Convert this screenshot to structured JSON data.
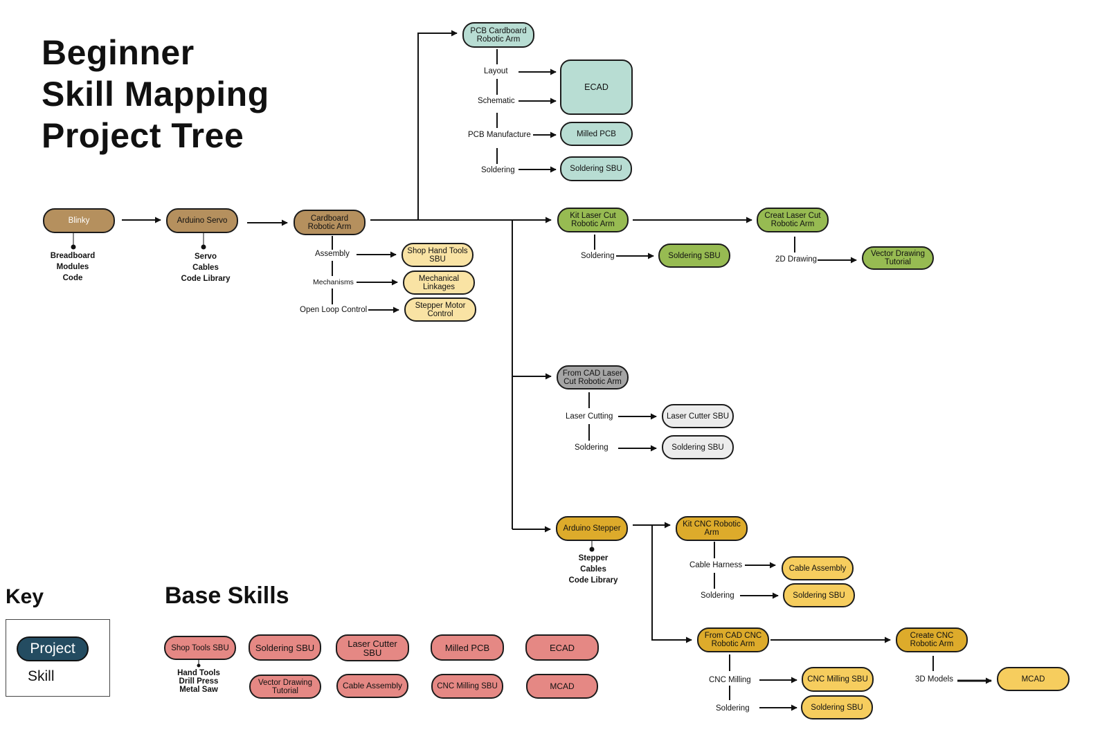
{
  "title": {
    "line1": "Beginner",
    "line2": "Skill Mapping",
    "line3": "Project Tree"
  },
  "colors": {
    "project_brown": "#b5905e",
    "skill_yellow": "#f9e3a4",
    "pcb_teal": "#b8ddd3",
    "laser_green": "#97bb52",
    "gray_project": "#a5a5a5",
    "gray_skill": "#ececec",
    "cnc_gold": "#ddab2b",
    "cnc_skill": "#f6cd5e",
    "base_red": "#e58884",
    "key_project": "#244c61"
  },
  "projects": {
    "blinky": "Blinky",
    "arduino_servo": "Arduino Servo",
    "cardboard_arm": "Cardboard Robotic Arm",
    "pcb_cardboard_arm": "PCB Cardboard Robotic Arm",
    "kit_laser_arm": "Kit Laser Cut Robotic Arm",
    "creat_laser_arm": "Creat Laser Cut Robotic Arm",
    "cad_laser_arm": "From CAD Laser Cut Robotic Arm",
    "arduino_stepper": "Arduino Stepper",
    "kit_cnc_arm": "Kit CNC Robotic Arm",
    "cad_cnc_arm": "From CAD CNC Robotic Arm",
    "create_cnc_arm": "Create CNC Robotic Arm"
  },
  "skills": {
    "shop_hand_tools": "Shop Hand Tools SBU",
    "mech_linkages": "Mechanical Linkages",
    "stepper_motor": "Stepper Motor Control",
    "ecad": "ECAD",
    "milled_pcb": "Milled PCB",
    "pcb_soldering": "Soldering SBU",
    "kit_laser_soldering": "Soldering SBU",
    "vector_drawing": "Vector Drawing Tutorial",
    "laser_cutter": "Laser Cutter SBU",
    "cad_laser_soldering": "Soldering SBU",
    "cable_assembly": "Cable Assembly",
    "kit_cnc_soldering": "Soldering SBU",
    "cnc_milling": "CNC Milling SBU",
    "cad_cnc_soldering": "Soldering SBU",
    "mcad": "MCAD"
  },
  "edge_labels": {
    "assembly": "Assembly",
    "mechanisms": "Mechanisms",
    "open_loop": "Open Loop Control",
    "layout": "Layout",
    "schematic": "Schematic",
    "pcb_manufacture": "PCB Manufacture",
    "pcb_soldering": "Soldering",
    "kit_laser_soldering": "Soldering",
    "drawing_2d": "2D Drawing",
    "laser_cutting": "Laser Cutting",
    "cad_laser_soldering": "Soldering",
    "cable_harness": "Cable Harness",
    "kit_cnc_soldering": "Soldering",
    "cnc_milling": "CNC Milling",
    "cad_cnc_soldering": "Soldering",
    "models_3d": "3D Models"
  },
  "sublists": {
    "blinky": [
      "Breadboard",
      "Modules",
      "Code"
    ],
    "arduino_servo": [
      "Servo",
      "Cables",
      "Code Library"
    ],
    "arduino_stepper": [
      "Stepper",
      "Cables",
      "Code Library"
    ],
    "shop_tools": [
      "Hand Tools",
      "Drill Press",
      "Metal Saw"
    ]
  },
  "key": {
    "title": "Key",
    "project": "Project",
    "skill": "Skill"
  },
  "base_skills": {
    "title": "Base Skills",
    "items": {
      "shop_tools": "Shop Tools SBU",
      "soldering": "Soldering SBU",
      "laser_cutter": "Laser Cutter SBU",
      "milled_pcb": "Milled PCB",
      "ecad": "ECAD",
      "vector_drawing": "Vector Drawing Tutorial",
      "cable_assembly": "Cable Assembly",
      "cnc_milling": "CNC Milling SBU",
      "mcad": "MCAD"
    }
  }
}
